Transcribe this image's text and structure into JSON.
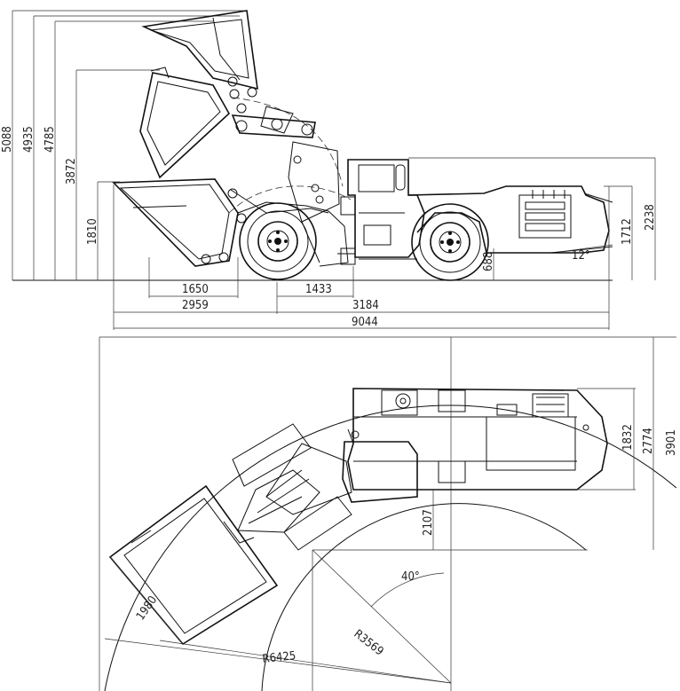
{
  "side_view": {
    "heights": {
      "h5088": "5088",
      "h4935": "4935",
      "h4785": "4785",
      "h3872": "3872",
      "h1810": "1810"
    },
    "right_heights": {
      "h2238": "2238",
      "h1712": "1712",
      "h688": "688"
    },
    "angle_rear": "12°",
    "lengths": {
      "l1650": "1650",
      "l1433": "1433",
      "l2959": "2959",
      "l3184": "3184",
      "l9044": "9044"
    }
  },
  "top_view": {
    "widths": {
      "w1832": "1832",
      "w2774": "2774",
      "w3901": "3901",
      "w2107": "2107"
    },
    "bucket_width": "1980",
    "angle": "40°",
    "inner_radius": "R3569",
    "outer_radius": "R6425"
  }
}
